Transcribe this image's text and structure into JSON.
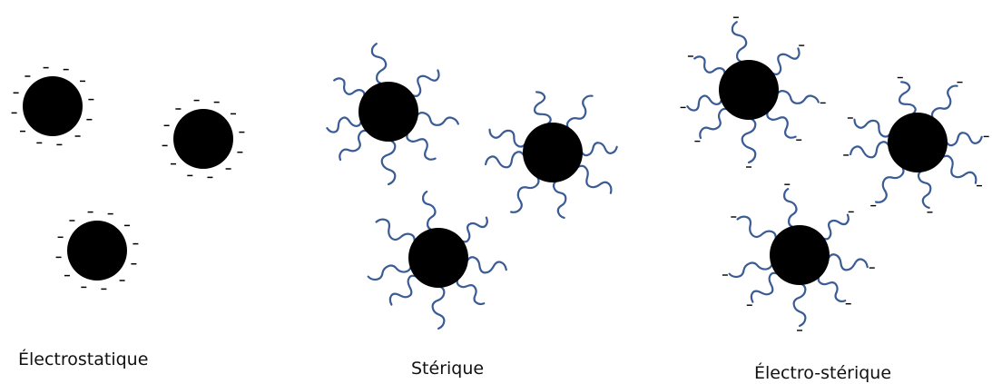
{
  "labels": {
    "electrostatic": "Électrostatique",
    "steric": "Stérique",
    "electrosteric": "Électro-stérique"
  },
  "colors": {
    "particle": "#000000",
    "polymer_chain": "#3a5b94",
    "charge": "#000000",
    "text": "#111111"
  },
  "panels": [
    {
      "name": "electrostatic",
      "particles": 3,
      "charges": true,
      "polymer_chains": false
    },
    {
      "name": "steric",
      "particles": 3,
      "charges": false,
      "polymer_chains": true
    },
    {
      "name": "electrosteric",
      "particles": 3,
      "charges": true,
      "polymer_chains": true
    }
  ]
}
